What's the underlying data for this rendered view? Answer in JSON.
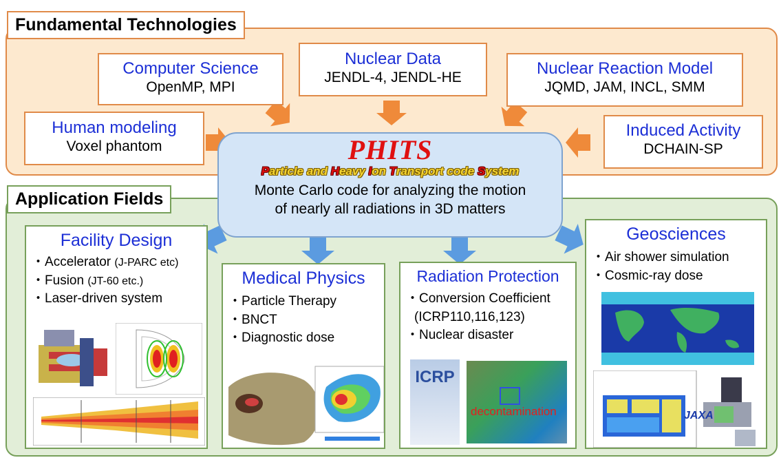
{
  "fundamental": {
    "title": "Fundamental Technologies",
    "boxes": [
      {
        "title": "Computer Science",
        "sub": "OpenMP, MPI"
      },
      {
        "title": "Nuclear Data",
        "sub": "JENDL-4, JENDL-HE"
      },
      {
        "title": "Nuclear Reaction Model",
        "sub": "JQMD, JAM, INCL, SMM"
      },
      {
        "title": "Human modeling",
        "sub": "Voxel phantom"
      },
      {
        "title": "Induced Activity",
        "sub": "DCHAIN-SP"
      }
    ]
  },
  "phits": {
    "name": "PHITS",
    "full_name": {
      "p1": "P",
      "p2": "article and ",
      "h1": "H",
      "h2": "eavy ",
      "i1": "I",
      "i2": "on ",
      "t1": "T",
      "t2": "ransport code ",
      "s1": "S",
      "s2": "ystem"
    },
    "desc_line1": "Monte Carlo code for analyzing the motion",
    "desc_line2": "of nearly all radiations in 3D matters"
  },
  "applications": {
    "title": "Application Fields",
    "facility": {
      "title": "Facility Design",
      "items": [
        {
          "main": "Accelerator",
          "note": "(J-PARC etc)"
        },
        {
          "main": "Fusion",
          "note": "(JT-60 etc.)"
        },
        {
          "main": "Laser-driven system",
          "note": ""
        }
      ]
    },
    "medical": {
      "title": "Medical Physics",
      "items": [
        "Particle Therapy",
        "BNCT",
        "Diagnostic dose"
      ]
    },
    "radiation": {
      "title": "Radiation Protection",
      "items": [
        "Conversion Coefficient",
        "(ICRP110,116,123)",
        "Nuclear disaster"
      ],
      "icrp_label": "ICRP",
      "decon_label": "decontamination"
    },
    "geo": {
      "title": "Geosciences",
      "items": [
        "Air shower simulation",
        "Cosmic-ray dose"
      ],
      "jaxa_label": "JAXA"
    }
  },
  "bullet": "・",
  "colors": {
    "accent_orange": "#e08a48",
    "accent_green": "#77a05a",
    "arrow_orange": "#ef8a3a",
    "arrow_blue": "#5b9be0",
    "title_blue": "#1c2fd6",
    "phits_red": "#e01010"
  }
}
